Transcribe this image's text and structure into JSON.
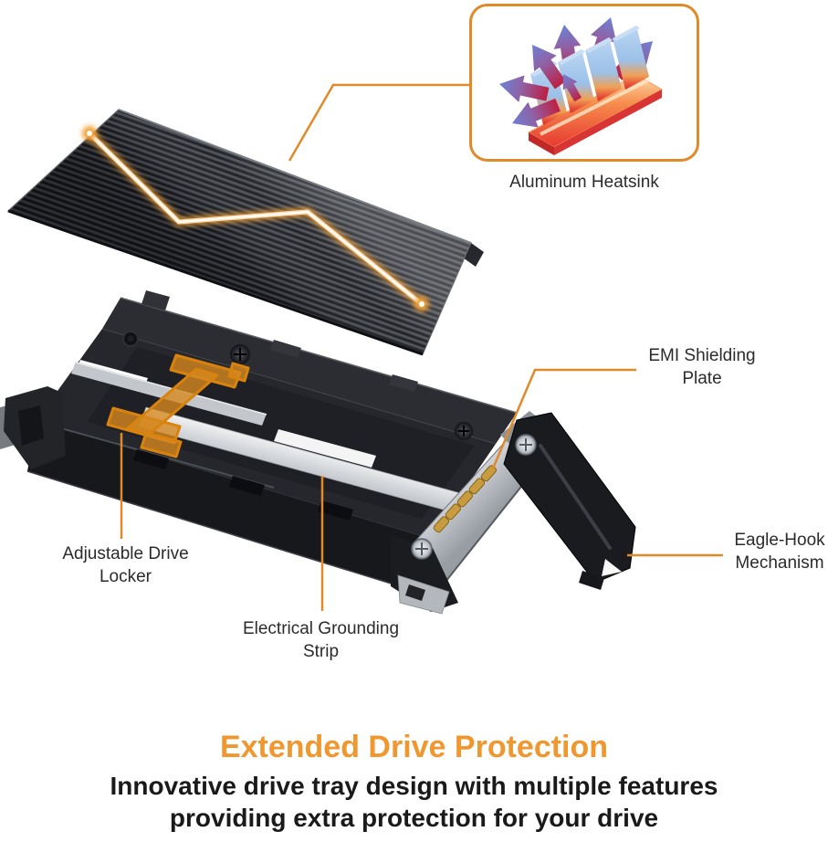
{
  "colors": {
    "accent_orange": "#E08A2A",
    "headline_orange": "#F0982F",
    "label_text": "#2B2B2B",
    "body_text": "#1A1A1A",
    "highlight_part_orange": "#D9830E"
  },
  "callout_box": {
    "label": "Aluminum Heatsink"
  },
  "callouts": {
    "emi_shielding": {
      "line1": "EMI Shielding",
      "line2": "Plate"
    },
    "eagle_hook": {
      "line1": "Eagle-Hook",
      "line2": "Mechanism"
    },
    "drive_locker": {
      "line1": "Adjustable Drive",
      "line2": "Locker"
    },
    "grounding_strip": {
      "line1": "Electrical Grounding",
      "line2": "Strip"
    }
  },
  "footer": {
    "headline": "Extended Drive Protection",
    "subline1": "Innovative drive tray design with multiple features",
    "subline2": "providing extra protection for your drive"
  }
}
